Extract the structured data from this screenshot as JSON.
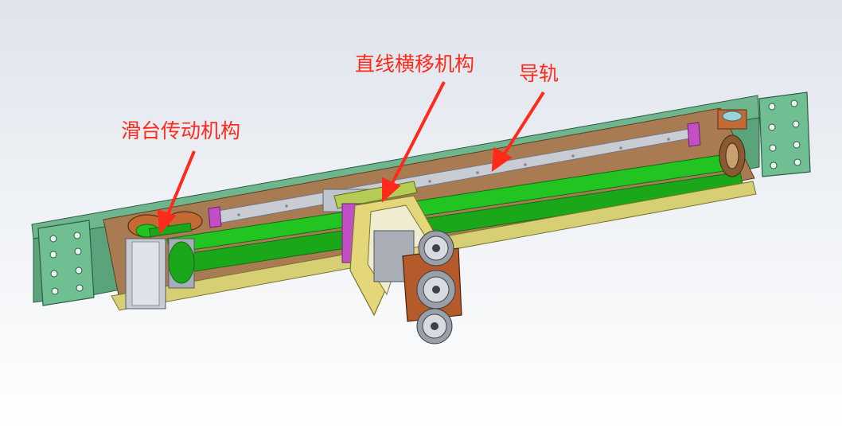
{
  "labels": {
    "slide_drive": "滑台传动机构",
    "linear_traverse": "直线横移机构",
    "guide_rail": "导轨"
  },
  "colors": {
    "label_red": "#ff2a1a",
    "frame_green": "#5aa37b",
    "belt_green": "#1fb81f",
    "base_brown": "#a87b52",
    "rail_gray": "#c9ccd2",
    "yellow_frame": "#d8d47c",
    "magenta_block": "#c24fc6",
    "carriage_rust": "#b55a2a"
  }
}
